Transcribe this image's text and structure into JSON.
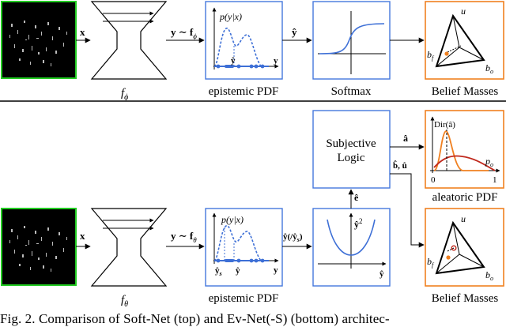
{
  "top": {
    "x_label": "x",
    "encoder_label": "f",
    "encoder_sub": "ϕ",
    "sample_label": "y ∼ f",
    "sample_sub": "ϕ",
    "pdf_plot_label": "p(y|x)",
    "pdf_yhat": "ŷ",
    "pdf_y": "y",
    "pdf_caption": "epistemic PDF",
    "arrow_yhat": "ŷ",
    "softmax_caption": "Softmax",
    "belief_caption": "Belief Masses",
    "belief_u": "u",
    "belief_bf": "b",
    "belief_bf_sub": "f",
    "belief_bo": "b",
    "belief_bo_sub": "o"
  },
  "bottom": {
    "x_label": "x",
    "encoder_label": "f",
    "encoder_sub": "θ",
    "sample_label": "y ∼ f",
    "sample_sub": "θ",
    "pdf_plot_label": "p(y|x)",
    "pdf_yhat_s": "ŷ",
    "pdf_yhat_s_sub": "s",
    "pdf_yhat": "ŷ",
    "pdf_y": "y",
    "pdf_caption": "epistemic PDF",
    "arrow_yhat": "ŷ(/ŷ",
    "arrow_yhat_sub": "s",
    "arrow_yhat_close": ")",
    "square_label": "ŷ",
    "square_sup": "2",
    "square_axis": "ŷ",
    "e_label": "ê",
    "logic_line1": "Subjective",
    "logic_line2": "Logic",
    "a_label": "â",
    "bu_label": "b̂, û",
    "dir_label": "Dir(â)",
    "dir_po": "p",
    "dir_po_sub": "o",
    "dir_tick0": "0",
    "dir_tick1": "1",
    "aleatoric_caption": "aleatoric PDF",
    "belief_caption": "Belief Masses",
    "belief_u": "u",
    "belief_bf": "b",
    "belief_bf_sub": "f",
    "belief_bo": "b",
    "belief_bo_sub": "o"
  },
  "caption": "Fig. 2.    Comparison of Soft-Net (top) and Ev-Net(-S) (bottom) architec-",
  "colors": {
    "image_border": "#22cc22",
    "box_border": "#4477dd",
    "belief_border": "#f08020",
    "pdf_blue": "#3d6fd6",
    "orange": "#f08020",
    "dark_red": "#c0281c"
  }
}
